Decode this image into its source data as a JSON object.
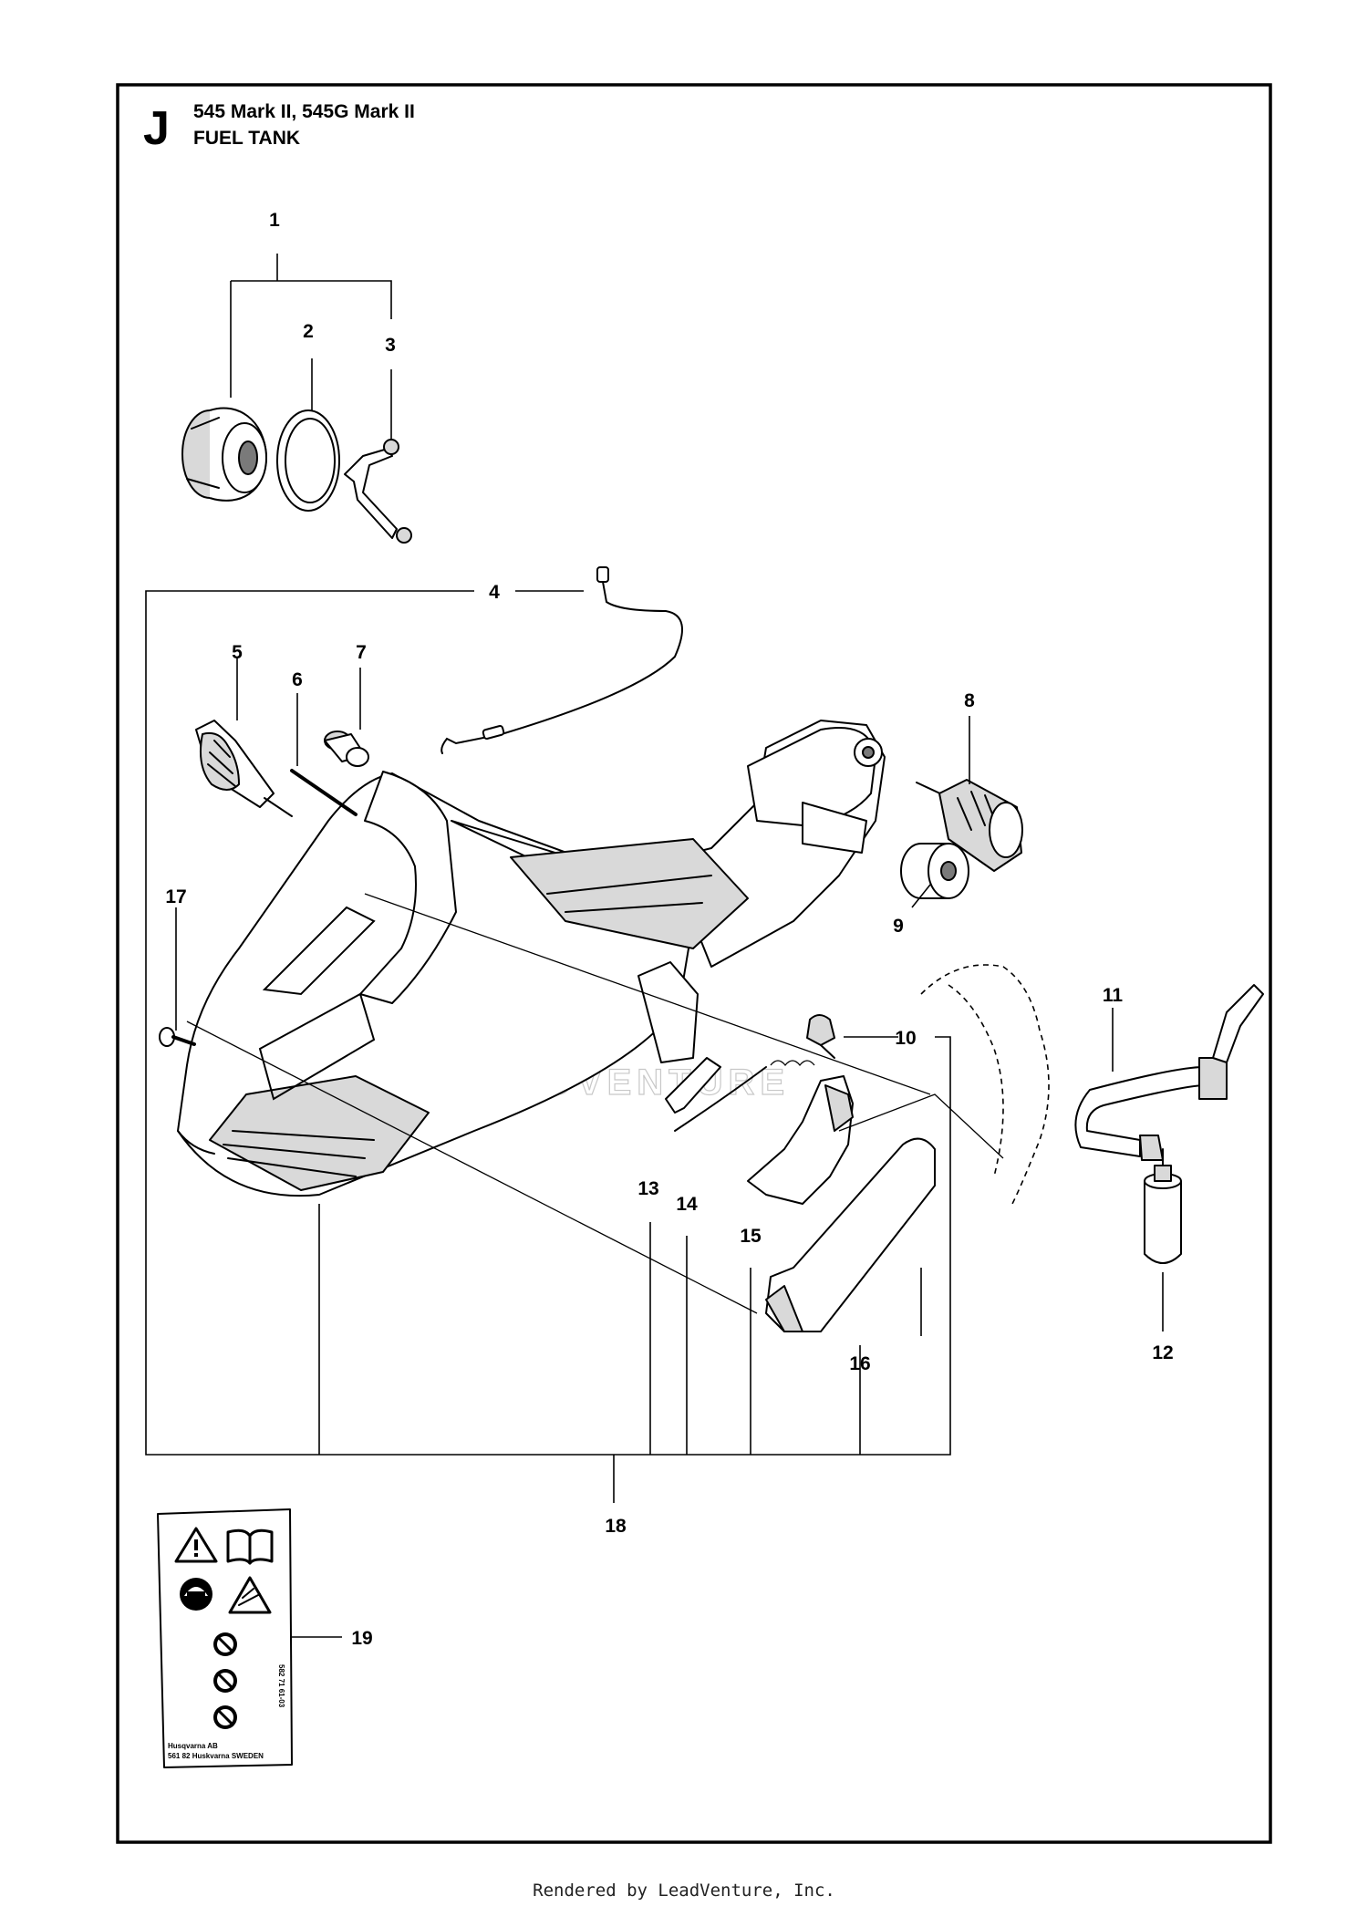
{
  "header": {
    "section_letter": "J",
    "model_line": "545 Mark II, 545G Mark II",
    "assembly_title": "FUEL TANK"
  },
  "callouts": [
    {
      "id": "1",
      "label": "1"
    },
    {
      "id": "2",
      "label": "2"
    },
    {
      "id": "3",
      "label": "3"
    },
    {
      "id": "4",
      "label": "4"
    },
    {
      "id": "5",
      "label": "5"
    },
    {
      "id": "6",
      "label": "6"
    },
    {
      "id": "7",
      "label": "7"
    },
    {
      "id": "8",
      "label": "8"
    },
    {
      "id": "9",
      "label": "9"
    },
    {
      "id": "10",
      "label": "10"
    },
    {
      "id": "11",
      "label": "11"
    },
    {
      "id": "12",
      "label": "12"
    },
    {
      "id": "13",
      "label": "13"
    },
    {
      "id": "14",
      "label": "14"
    },
    {
      "id": "15",
      "label": "15"
    },
    {
      "id": "16",
      "label": "16"
    },
    {
      "id": "17",
      "label": "17"
    },
    {
      "id": "18",
      "label": "18"
    },
    {
      "id": "19",
      "label": "19"
    }
  ],
  "sticker": {
    "part_code": "582 71 61-03",
    "maker_line": "Husqvarna AB",
    "address_line": "561 82 Huskvarna SWEDEN"
  },
  "watermark": "LEADVENTURE",
  "footer": {
    "text": "Rendered by LeadVenture, Inc."
  }
}
